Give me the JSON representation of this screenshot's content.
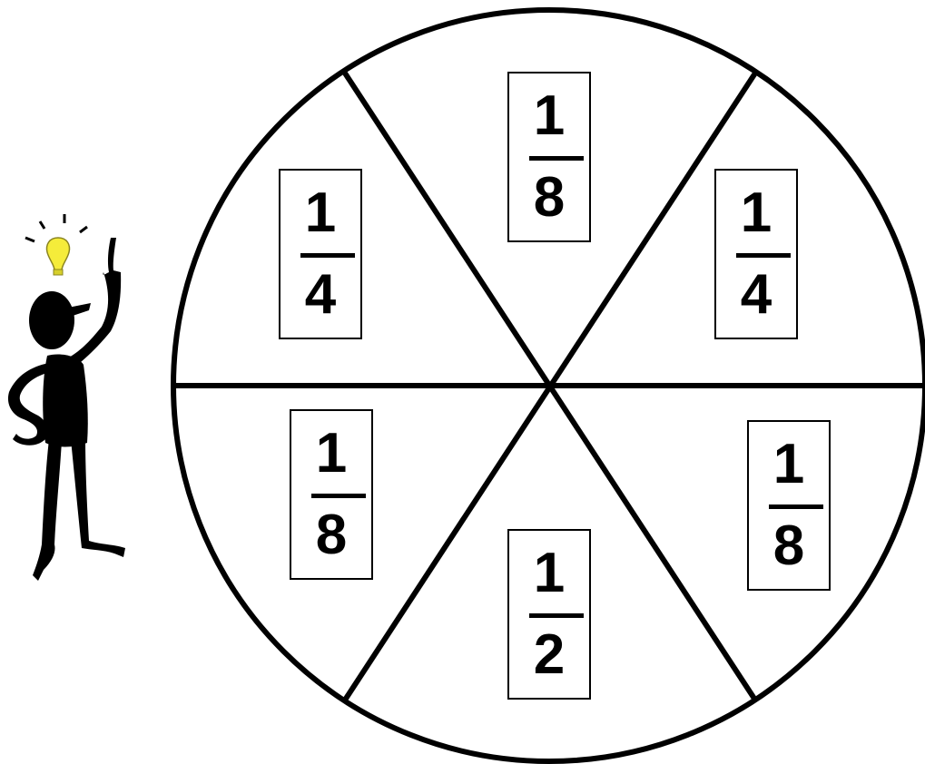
{
  "spinner": {
    "sections": [
      {
        "id": "top",
        "numerator": "1",
        "denominator": "8"
      },
      {
        "id": "upper-right",
        "numerator": "1",
        "denominator": "4"
      },
      {
        "id": "lower-right",
        "numerator": "1",
        "denominator": "8"
      },
      {
        "id": "bottom",
        "numerator": "1",
        "denominator": "2"
      },
      {
        "id": "lower-left",
        "numerator": "1",
        "denominator": "8"
      },
      {
        "id": "upper-left",
        "numerator": "1",
        "denominator": "4"
      }
    ],
    "line_color": "#000000",
    "background_color": "#ffffff"
  },
  "figure": {
    "icon": "thinking-stick-figure-icon",
    "bulb_icon": "light-bulb-icon",
    "bulb_color": "#f5ec3a"
  }
}
